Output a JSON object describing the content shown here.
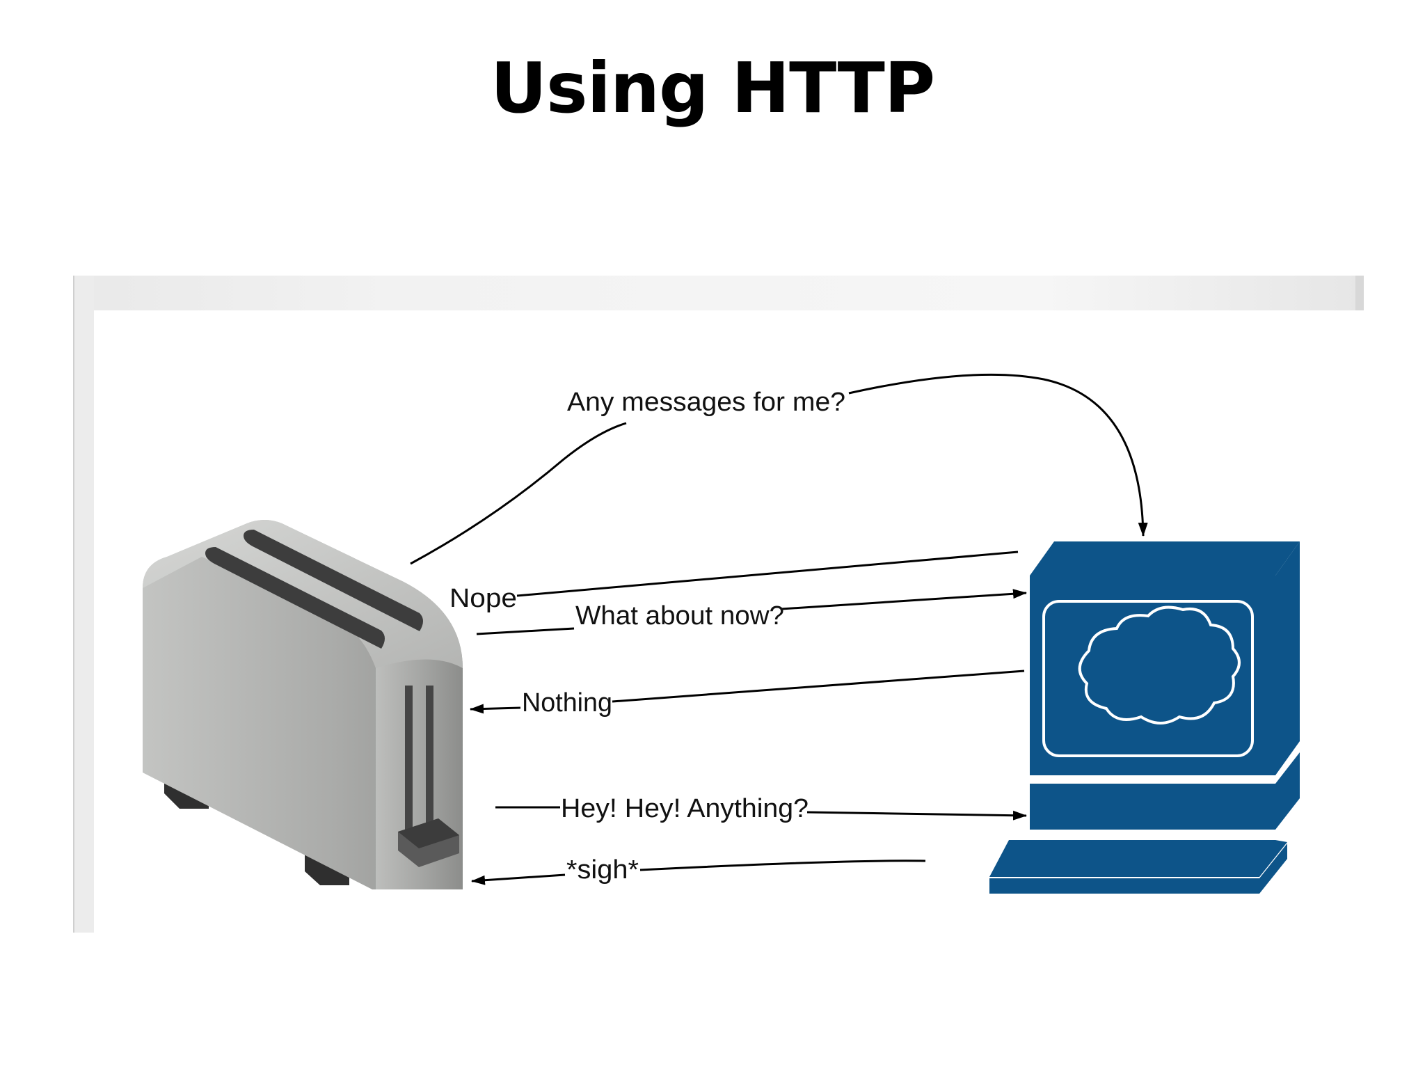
{
  "slide": {
    "title": "Using HTTP"
  },
  "messages": [
    "Any messages for me?",
    "Nope",
    "What about now?",
    "Nothing",
    "Hey! Hey! Anything?",
    "*sigh*"
  ],
  "icons": {
    "client": "toaster-icon",
    "server": "computer-icon",
    "screen": "cloud-icon"
  },
  "colors": {
    "server": "#0d5489",
    "toaster_body": "#a8a9a7",
    "line": "#000000"
  }
}
